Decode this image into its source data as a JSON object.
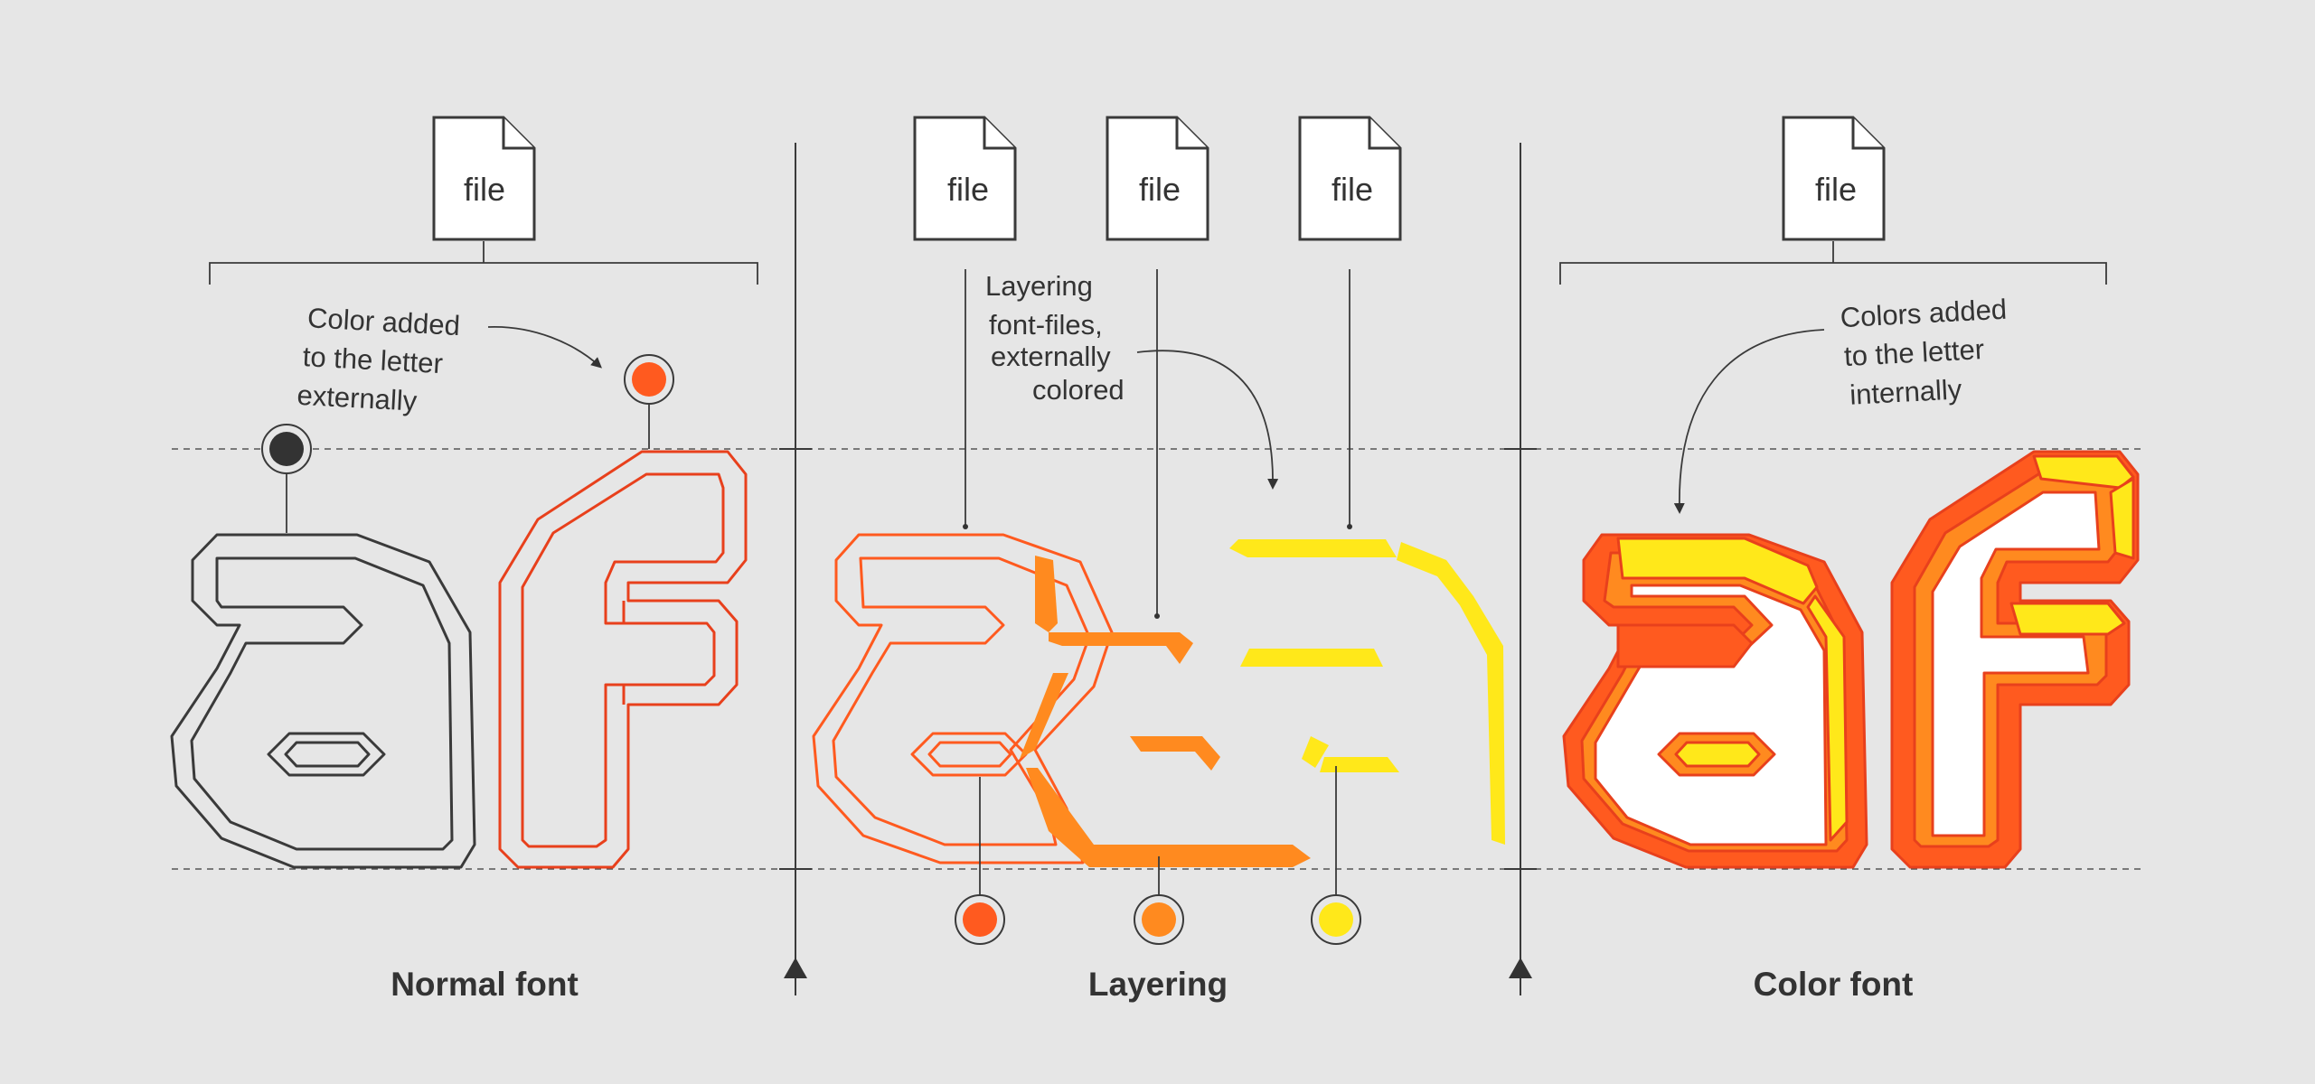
{
  "colors": {
    "background": "#e6e6e6",
    "ink": "#333333",
    "red_orange": "#ff5a1f",
    "orange": "#ff8a1f",
    "yellow": "#ffe81a",
    "outline_red": "#e8401c"
  },
  "sections": [
    {
      "id": "normal",
      "title": "Normal font",
      "files": [
        "file"
      ],
      "annotation": [
        "Color added",
        "to the letter",
        "externally"
      ],
      "swatches": [
        "#333333",
        "#ff5a1f"
      ]
    },
    {
      "id": "layering",
      "title": "Layering",
      "files": [
        "file",
        "file",
        "file"
      ],
      "annotation": [
        "Layering",
        "font-files,",
        "externally",
        "colored"
      ],
      "swatches": [
        "#ff5a1f",
        "#ff8a1f",
        "#ffe81a"
      ]
    },
    {
      "id": "color",
      "title": "Color font",
      "files": [
        "file"
      ],
      "annotation": [
        "Colors added",
        "to the letter",
        "internally"
      ],
      "swatches": []
    }
  ],
  "icons": [
    "document-icon",
    "color-swatch-icon",
    "arrow-up-icon",
    "crosshair-icon",
    "curved-arrow-icon"
  ]
}
